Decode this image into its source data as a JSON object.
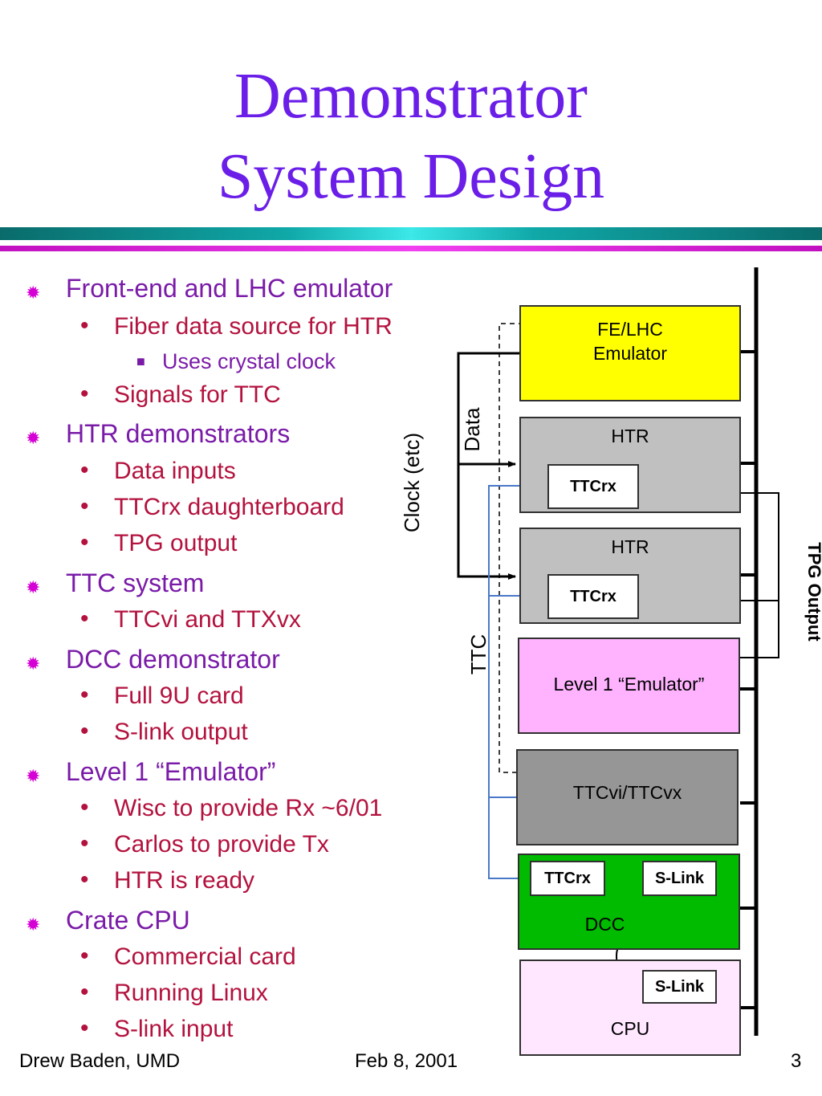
{
  "slide": {
    "title_line1": "Demonstrator",
    "title_line2": "System Design",
    "colors": {
      "title": "#6a1ee8",
      "level1_text": "#7a1ba8",
      "level2_text": "#b3123e",
      "bullet_marker": "#d400d4",
      "band_teal": "#0a7b7b",
      "band_magenta": "#e61ee6"
    }
  },
  "bullets": [
    {
      "text": "Front-end and LHC emulator",
      "children": [
        {
          "text": "Fiber data source for HTR",
          "children": [
            {
              "text": "Uses crystal clock"
            }
          ]
        },
        {
          "text": "Signals for TTC"
        }
      ]
    },
    {
      "text": "HTR demonstrators",
      "children": [
        {
          "text": "Data inputs"
        },
        {
          "text": "TTCrx daughterboard"
        },
        {
          "text": "TPG output"
        }
      ]
    },
    {
      "text": "TTC system",
      "children": [
        {
          "text": "TTCvi and TTXvx"
        }
      ]
    },
    {
      "text": "DCC demonstrator",
      "children": [
        {
          "text": "Full 9U card"
        },
        {
          "text": "S-link output"
        }
      ]
    },
    {
      "text": "Level 1 “Emulator”",
      "children": [
        {
          "text": "Wisc to provide Rx ~6/01"
        },
        {
          "text": "Carlos to provide Tx"
        },
        {
          "text": "HTR is ready"
        }
      ]
    },
    {
      "text": "Crate CPU",
      "children": [
        {
          "text": "Commercial card"
        },
        {
          "text": "Running Linux"
        },
        {
          "text": "S-link input"
        }
      ]
    }
  ],
  "diagram": {
    "fe_lhc": {
      "line1": "FE/LHC",
      "line2": "Emulator",
      "color": "#ffff00"
    },
    "htr1": {
      "label": "HTR",
      "chip": "TTCrx",
      "color": "#c0c0c0"
    },
    "htr2": {
      "label": "HTR",
      "chip": "TTCrx",
      "color": "#c0c0c0"
    },
    "level1": {
      "label": "Level 1 “Emulator”",
      "color": "#ffb3ff"
    },
    "ttcvi": {
      "label": "TTCvi/TTCvx",
      "color": "#969696"
    },
    "dcc": {
      "label": "DCC",
      "chip_left": "TTCrx",
      "chip_right": "S-Link",
      "color": "#00bb00"
    },
    "cpu": {
      "label": "CPU",
      "chip": "S-Link",
      "color": "#ffe8ff"
    },
    "labels": {
      "data": "Data",
      "clock": "Clock (etc)",
      "ttc": "TTC",
      "tpg": "TPG Output"
    },
    "line_colors": {
      "ttc_blue": "#4a78c8"
    }
  },
  "footer": {
    "left": "Drew Baden, UMD",
    "center": "Feb 8, 2001",
    "right": "3"
  }
}
